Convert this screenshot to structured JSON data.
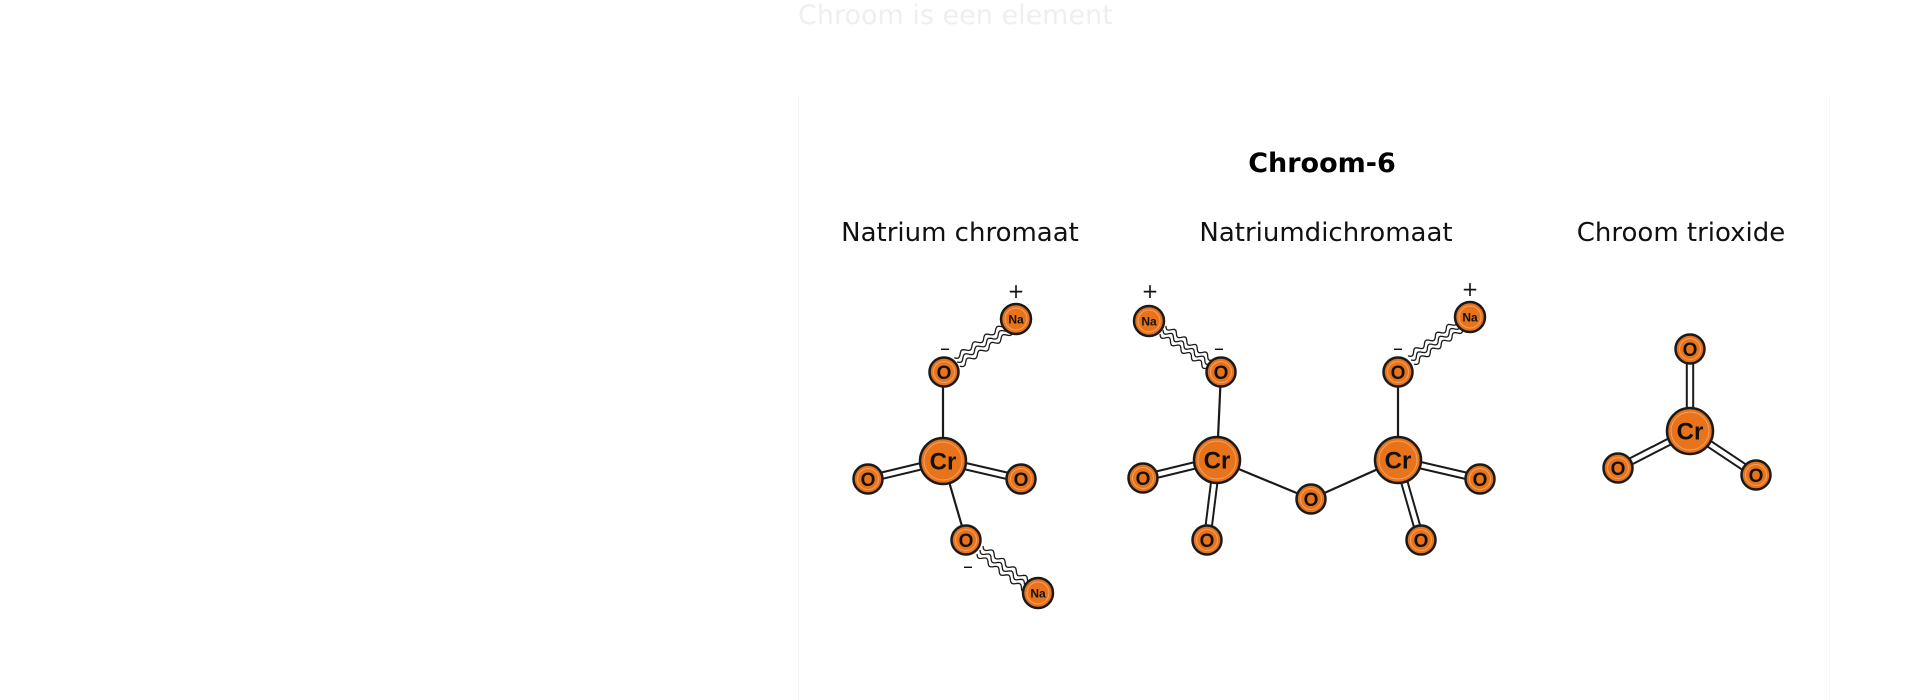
{
  "page": {
    "faded_heading": "Chroom is een element"
  },
  "diagram": {
    "title": "Chroom-6",
    "colors": {
      "atom_fill": "#e8731a",
      "atom_stroke": "#1a1a1a",
      "bond": "#1a1a1a"
    },
    "atom_symbols": {
      "chromium": "Cr",
      "oxygen": "O",
      "sodium": "Na"
    },
    "charges": {
      "plus": "+",
      "minus": "–"
    },
    "molecules": [
      {
        "id": "sodium-chromate",
        "label": "Natrium chromaat"
      },
      {
        "id": "sodium-dichromate",
        "label": "Natriumdichromaat"
      },
      {
        "id": "chromium-trioxide",
        "label": "Chroom trioxide"
      }
    ]
  }
}
